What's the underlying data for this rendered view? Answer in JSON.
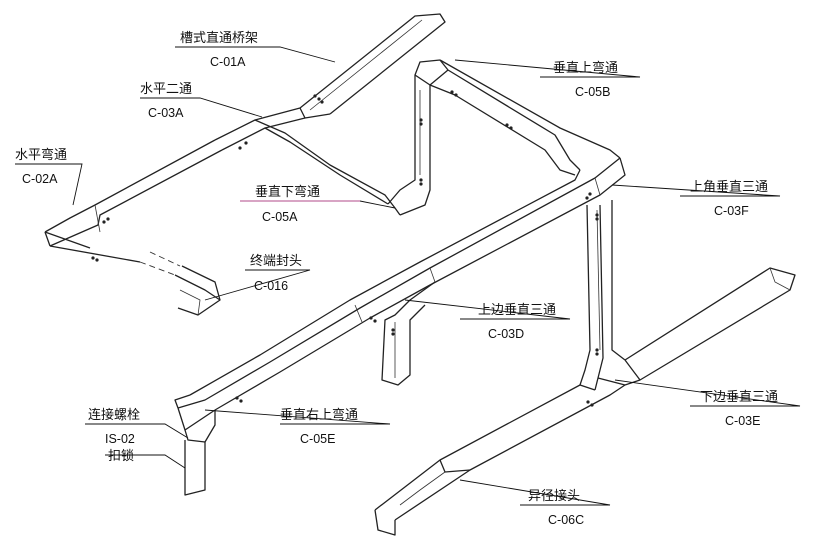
{
  "labels": {
    "straight_tray": {
      "name": "槽式直通桥架",
      "code": "C-01A"
    },
    "horizontal_tee": {
      "name": "水平二通",
      "code": "C-03A"
    },
    "horizontal_bend": {
      "name": "水平弯通",
      "code": "C-02A"
    },
    "vertical_down_bend": {
      "name": "垂直下弯通",
      "code": "C-05A"
    },
    "end_cap": {
      "name": "终端封头",
      "code": "C-016"
    },
    "vertical_up_bend": {
      "name": "垂直上弯通",
      "code": "C-05B"
    },
    "top_corner_vertical_tee": {
      "name": "上角垂直三通",
      "code": "C-03F"
    },
    "top_edge_vertical_tee": {
      "name": "上边垂直三通",
      "code": "C-03D"
    },
    "bottom_edge_vertical_tee": {
      "name": "下边垂直三通",
      "code": "C-03E"
    },
    "vertical_right_up_bend": {
      "name": "垂直右上弯通",
      "code": "C-05E"
    },
    "reducer": {
      "name": "异径接头",
      "code": "C-06C"
    },
    "connecting_bolt": {
      "name": "连接螺栓",
      "code": "IS-02"
    },
    "lock": {
      "name": "扣锁"
    }
  }
}
